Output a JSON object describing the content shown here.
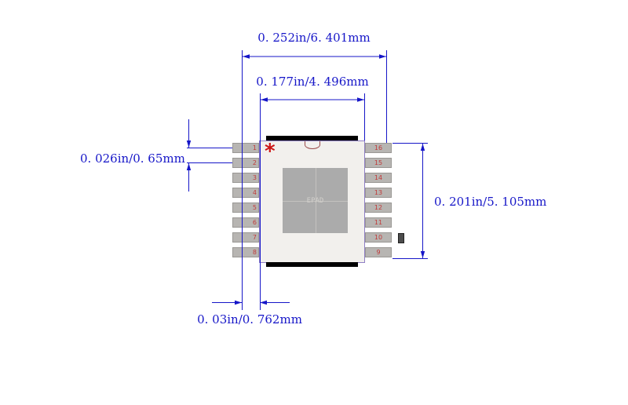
{
  "colors": {
    "dimension": "#1616c8",
    "pin_number": "#c03a3a",
    "body_fill": "#f2f0ed",
    "body_outline": "#8f7fc5",
    "pin_fill": "#b7b5b2",
    "pin_outline": "#9a9895",
    "epad_fill": "#ababab",
    "epad_line": "#c4c2bf",
    "epad_text": "#d2d0cc",
    "bar": "#000000",
    "marker1": "#cc1414",
    "notch": "#9a4a4a",
    "side_marker": "#4c4c4c"
  },
  "dimensions": {
    "overall_width": "0. 252in/6. 401mm",
    "body_width": "0. 177in/4. 496mm",
    "pin_pitch": "0. 026in/0. 65mm",
    "overall_height": "0. 201in/5. 105mm",
    "pin_length": "0. 03in/0. 762mm"
  },
  "package": {
    "epad_label": "EPAD",
    "pin1_marker": "*",
    "left_pins": [
      "1",
      "2",
      "3",
      "4",
      "5",
      "6",
      "7",
      "8"
    ],
    "right_pins": [
      "16",
      "15",
      "14",
      "13",
      "12",
      "11",
      "10",
      "9"
    ]
  }
}
